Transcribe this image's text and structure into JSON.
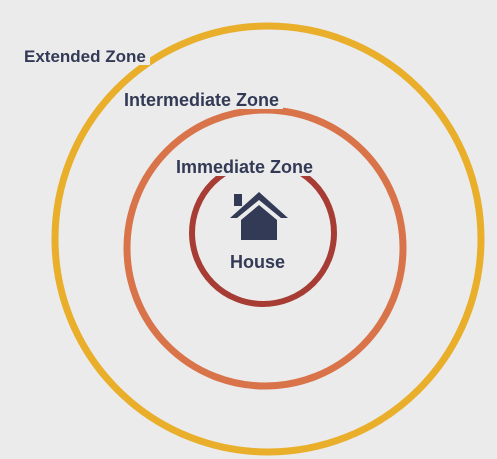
{
  "zones": {
    "extended": "Extended Zone",
    "intermediate": "Intermediate Zone",
    "immediate": "Immediate Zone",
    "center": "House"
  },
  "icon": "house-icon",
  "colors": {
    "background": "#ebebeb",
    "extended_ring": "#e9ae2a",
    "intermediate_ring": "#d9734a",
    "immediate_ring": "#a63c33",
    "text": "#333a55"
  }
}
